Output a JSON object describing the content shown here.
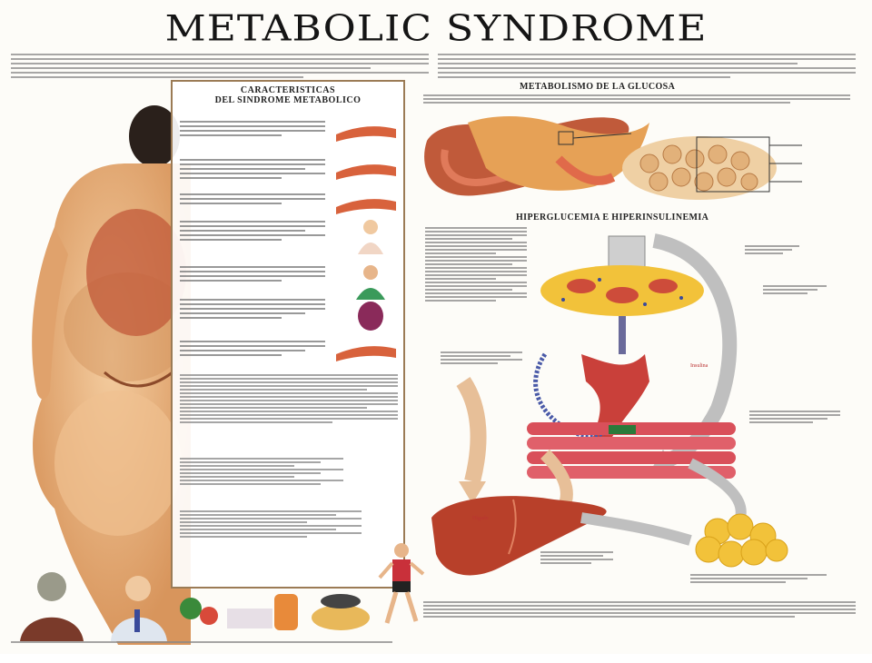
{
  "poster": {
    "title": "METABOLIC SYNDROME",
    "characteristics_heading_line1": "CARACTERISTICAS",
    "characteristics_heading_line2": "DEL SINDROME METABOLICO",
    "glucose_heading": "METABOLISMO DE LA GLUCOSA",
    "hyper_heading": "HIPERGLUCEMIA E HIPERINSULINEMIA",
    "liver_label": "Hígado",
    "insulin_label": "Insulina"
  },
  "colors": {
    "skin": "#e8b07a",
    "muscle": "#c9403a",
    "pancreas": "#e6a156",
    "fat": "#f2c23a",
    "liver": "#b8402a",
    "arrow": "#bfbfbf",
    "border": "#9b7b55"
  },
  "icons": [
    "person-back-icon",
    "pancreas-icon",
    "fat-tissue-icon",
    "muscle-icon",
    "liver-icon",
    "runner-icon",
    "doctor-icon",
    "food-icon"
  ]
}
